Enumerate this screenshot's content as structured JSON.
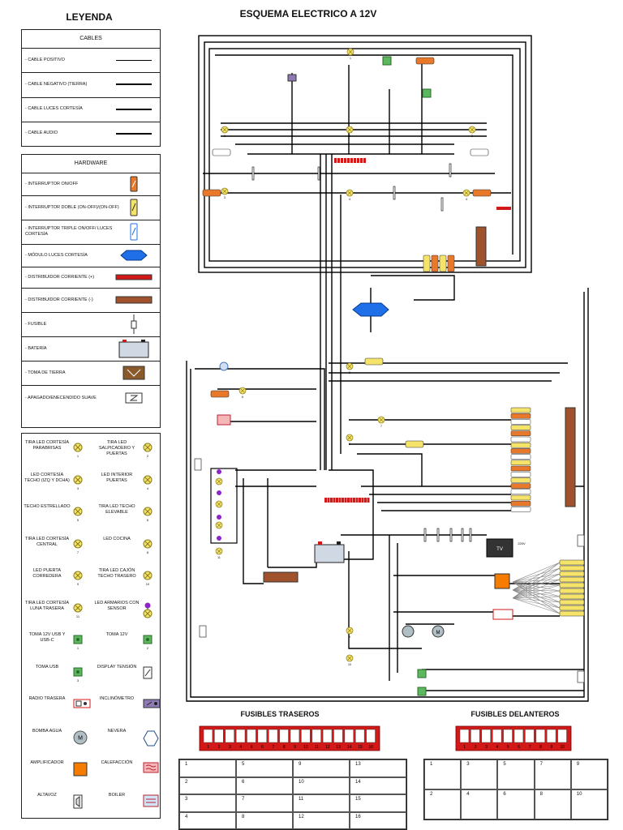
{
  "page": {
    "title": "ESQUEMA ELECTRICO A 12V"
  },
  "legend": {
    "title": "LEYENDA",
    "cables": {
      "header": "CABLES",
      "items": [
        {
          "label": "- CABLE POSITIVO",
          "color": "#000000"
        },
        {
          "label": "- CABLE NEGATIVO (TIERRA)",
          "color": "#000000"
        },
        {
          "label": "- CABLE LUCES CORTESÍA",
          "color": "#000000"
        },
        {
          "label": "- CABLE AUDIO",
          "color": "#000000"
        }
      ]
    },
    "hardware": {
      "header": "HARDWARE",
      "items": [
        {
          "label": "- INTERRUPTOR ON/OFF",
          "icon": "switch-onoff-icon"
        },
        {
          "label": "- INTERRUPTOR DOBLE (ON-OFF)/(ON-OFF)",
          "icon": "switch-double-icon"
        },
        {
          "label": "- INTERRUPTOR TRIPLE ON/OFF/ LUCES CORTESÍA",
          "icon": "switch-triple-icon"
        },
        {
          "label": "- MÓDULO LUCES CORTESÍA",
          "icon": "courtesy-module-icon"
        },
        {
          "label": "- DISTRIBUIDOR CORRIENTE (+)",
          "icon": "distributor-positive-icon"
        },
        {
          "label": "- DISTRIBUIDOR CORRIENTE (-)",
          "icon": "distributor-negative-icon"
        },
        {
          "label": "- FUSIBLE",
          "icon": "fuse-icon"
        },
        {
          "label": "- BATERÍA",
          "icon": "battery-icon"
        },
        {
          "label": "- TOMA DE TIERRA",
          "icon": "ground-icon"
        },
        {
          "label": "- APAGADO/ENECENDIDO SUAVE",
          "icon": "soft-switch-icon"
        }
      ]
    },
    "components": [
      {
        "label": "TIRA LED CORTESÍA PARABRISAS",
        "num": "1",
        "icon": "lamp-icon"
      },
      {
        "label": "TIRA LED SALPICADERO Y PUERTAS",
        "num": "2",
        "icon": "lamp-icon"
      },
      {
        "label": "LED CORTESÍA TECHO (IZQ Y DCHA)",
        "num": "3",
        "icon": "lamp-icon"
      },
      {
        "label": "LED INTERIOR PUERTAS",
        "num": "4",
        "icon": "lamp-icon"
      },
      {
        "label": "TECHO ESTRELLADO",
        "num": "5",
        "icon": "lamp-icon"
      },
      {
        "label": "TIRA LED TECHO ELEVABLE",
        "num": "6",
        "icon": "lamp-icon"
      },
      {
        "label": "TIRA LED CORTESÍA CENTRAL",
        "num": "7",
        "icon": "lamp-icon"
      },
      {
        "label": "LED COCINA",
        "num": "8",
        "icon": "lamp-icon"
      },
      {
        "label": "LED PUERTA CORREDERA",
        "num": "9",
        "icon": "lamp-icon"
      },
      {
        "label": "TIRA LED CAJÓN TECHO TRASERO",
        "num": "10",
        "icon": "lamp-icon"
      },
      {
        "label": "TIRA LED CORTESÍA LUNA TRASERA",
        "num": "11",
        "icon": "lamp-icon"
      },
      {
        "label": "LED ARMARIOS CON SENSOR",
        "num": "",
        "icon": "sensor-led-icon"
      },
      {
        "label": "TOMA 12V USB Y USB-C",
        "num": "1",
        "icon": "socket-icon"
      },
      {
        "label": "TOMA 12V",
        "num": "2",
        "icon": "socket-icon"
      },
      {
        "label": "TOMA USB",
        "num": "3",
        "icon": "socket-icon"
      },
      {
        "label": "DISPLAY TENSIÓN",
        "num": "",
        "icon": "voltage-display-icon"
      },
      {
        "label": "RADIO TRASERA",
        "num": "",
        "icon": "radio-icon"
      },
      {
        "label": "INCLINÓMETRO",
        "num": "",
        "icon": "inclinometer-icon"
      },
      {
        "label": "BOMBA AGUA",
        "num": "",
        "icon": "water-pump-icon"
      },
      {
        "label": "NEVERA",
        "num": "",
        "icon": "fridge-icon"
      },
      {
        "label": "AMPLIFICADOR",
        "num": "",
        "icon": "amplifier-icon"
      },
      {
        "label": "CALEFACCIÓN",
        "num": "",
        "icon": "heater-icon"
      },
      {
        "label": "ALTAVOZ",
        "num": "",
        "icon": "speaker-icon"
      },
      {
        "label": "BOILER",
        "num": "",
        "icon": "boiler-icon"
      }
    ]
  },
  "diagram": {
    "pump_label": "M",
    "fridge_label": "M",
    "tv_label": "TV",
    "tv_voltage": "220V",
    "lamp_numbers": [
      "1",
      "2",
      "2",
      "3",
      "3",
      "4",
      "4",
      "5",
      "6",
      "7",
      "8",
      "9",
      "10",
      "11"
    ]
  },
  "fuses_rear": {
    "title": "FUSIBLES TRASEROS",
    "fuse_numbers": [
      "1",
      "2",
      "3",
      "4",
      "5",
      "6",
      "7",
      "8",
      "9",
      "10",
      "11",
      "12",
      "13",
      "14",
      "15",
      "16"
    ],
    "table": [
      [
        "1",
        "5",
        "9",
        "13"
      ],
      [
        "2",
        "6",
        "10",
        "14"
      ],
      [
        "3",
        "7",
        "11",
        "15"
      ],
      [
        "4",
        "8",
        "12",
        "16"
      ]
    ]
  },
  "fuses_front": {
    "title": "FUSIBLES DELANTEROS",
    "fuse_numbers": [
      "1",
      "2",
      "3",
      "4",
      "5",
      "6",
      "7",
      "8",
      "9",
      "10"
    ],
    "table": [
      [
        "1",
        "3",
        "5",
        "7",
        "9"
      ],
      [
        "2",
        "4",
        "6",
        "8",
        "10"
      ]
    ]
  },
  "colors": {
    "positive_distributor": "#d31818",
    "negative_distributor": "#a0522d",
    "switch": "#e8782a",
    "module": "#1f6fe8",
    "lamp": "#f5e36a",
    "socket": "#5cb85c",
    "purple": "#8e24c9",
    "amplifier": "#f57c00"
  }
}
